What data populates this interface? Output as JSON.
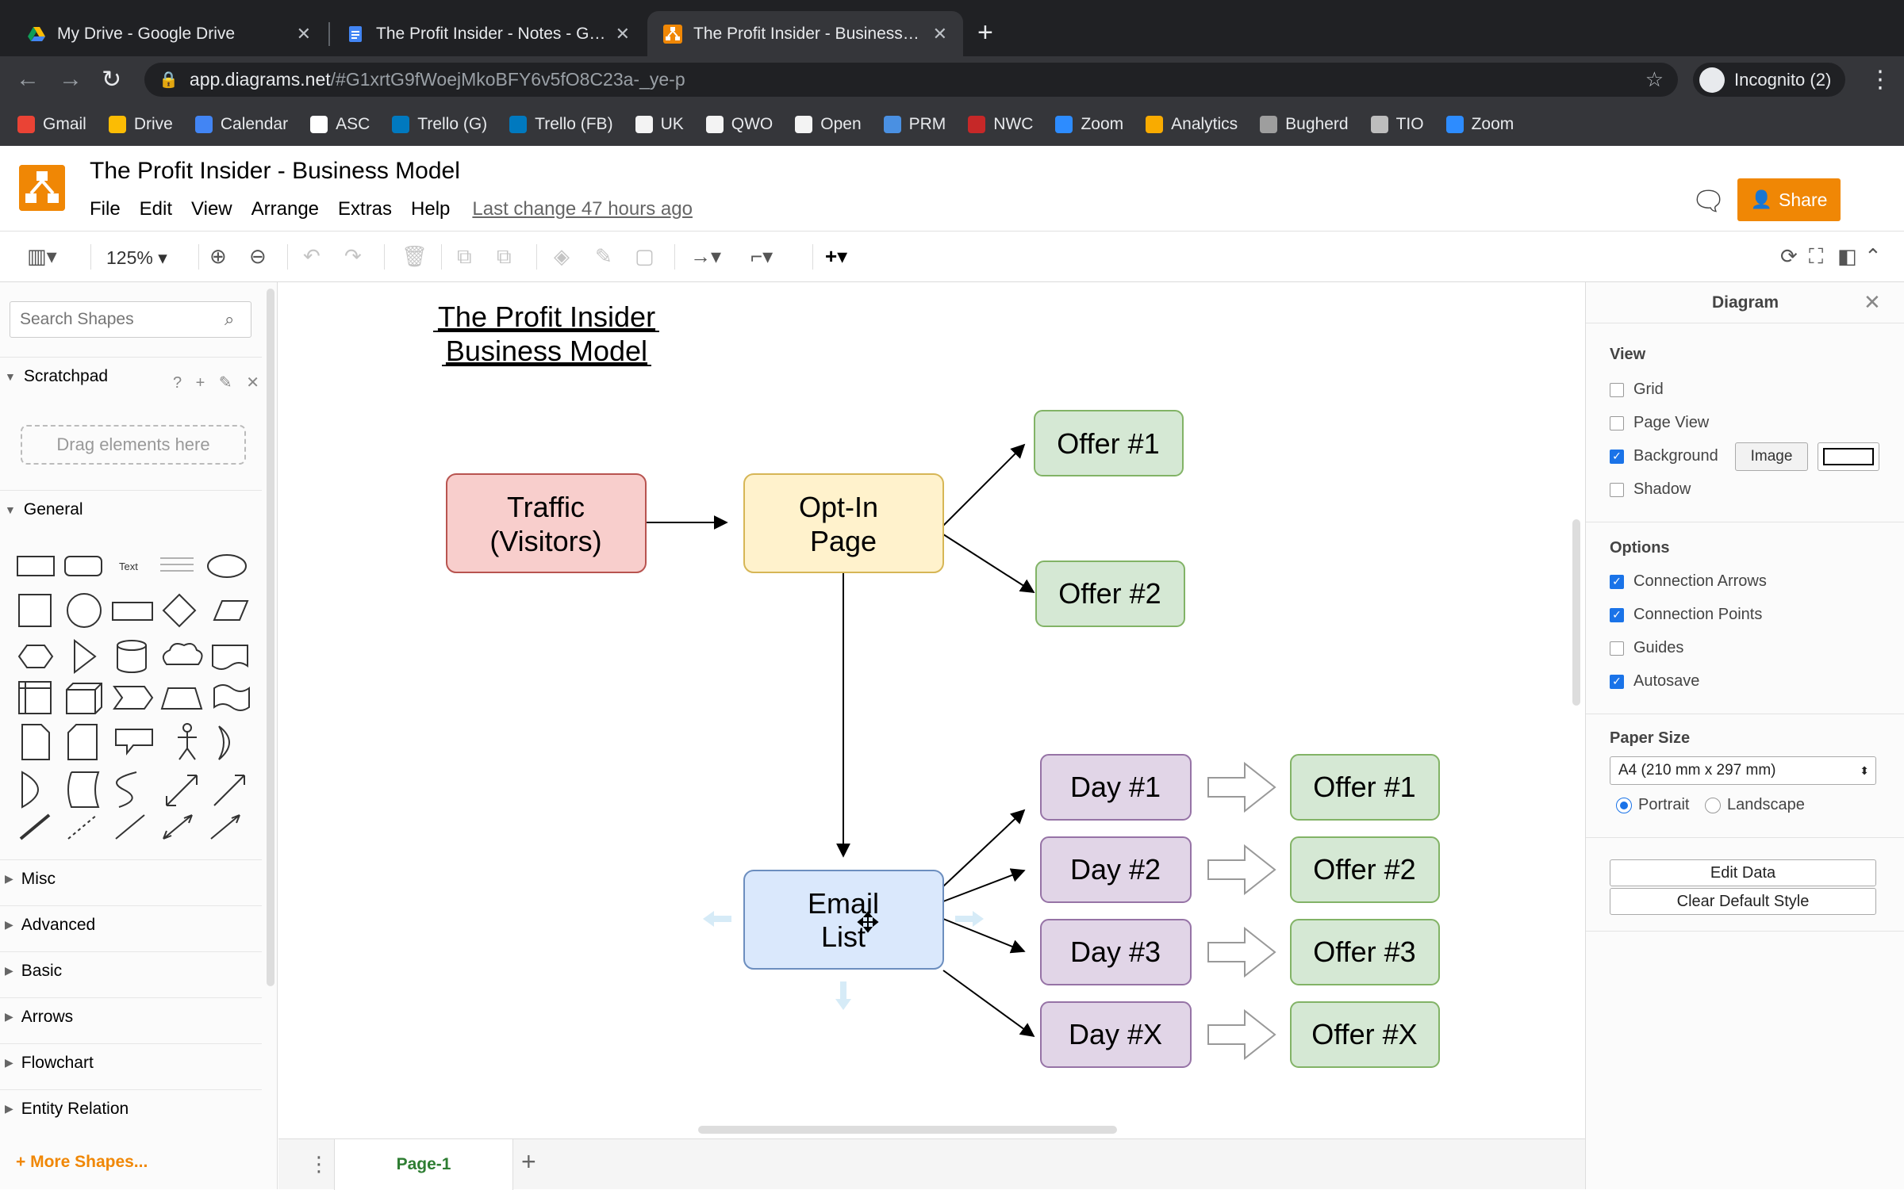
{
  "browser": {
    "tabs": [
      {
        "title": "My Drive - Google Drive"
      },
      {
        "title": "The Profit Insider - Notes - Google Docs"
      },
      {
        "title": "The Profit Insider - Business Model"
      }
    ],
    "url_host": "app.diagrams.net",
    "url_path": "/#G1xrtG9fWoejMkoBFY6v5fO8C23a-_ye-p",
    "profile_label": "Incognito (2)",
    "bookmarks": [
      {
        "label": "Gmail",
        "color": "#ea4335"
      },
      {
        "label": "Drive",
        "color": "#fbbc04"
      },
      {
        "label": "Calendar",
        "color": "#4285f4"
      },
      {
        "label": "ASC",
        "color": "#ffffff"
      },
      {
        "label": "Trello (G)",
        "color": "#0079bf"
      },
      {
        "label": "Trello (FB)",
        "color": "#0079bf"
      },
      {
        "label": "UK",
        "color": "#f3f3f3"
      },
      {
        "label": "QWO",
        "color": "#f3f3f3"
      },
      {
        "label": "Open",
        "color": "#f3f3f3"
      },
      {
        "label": "PRM",
        "color": "#4a90e2"
      },
      {
        "label": "NWC",
        "color": "#c62828"
      },
      {
        "label": "Zoom",
        "color": "#2d8cff"
      },
      {
        "label": "Analytics",
        "color": "#f9ab00"
      },
      {
        "label": "Bugherd",
        "color": "#9e9e9e"
      },
      {
        "label": "TIO",
        "color": "#bdbdbd"
      },
      {
        "label": "Zoom",
        "color": "#2d8cff"
      }
    ]
  },
  "app": {
    "title": "The Profit Insider - Business Model",
    "menu": [
      "File",
      "Edit",
      "View",
      "Arrange",
      "Extras",
      "Help"
    ],
    "last_change": "Last change 47 hours ago",
    "share_label": "Share",
    "zoom": "125%"
  },
  "sidebar": {
    "search_placeholder": "Search Shapes",
    "scratchpad_label": "Scratchpad",
    "scratchpad_icons": "? + ✎ ✕",
    "drop_hint": "Drag elements here",
    "general_label": "General",
    "text_shape_label": "Text",
    "sections": [
      "Misc",
      "Advanced",
      "Basic",
      "Arrows",
      "Flowchart",
      "Entity Relation"
    ],
    "more_shapes": "+ More Shapes..."
  },
  "diagram": {
    "title_line1": "The Profit Insider",
    "title_line2": "Business Model",
    "traffic": [
      "Traffic",
      "(Visitors)"
    ],
    "optin": [
      "Opt-In",
      "Page"
    ],
    "email": [
      "Email",
      "List"
    ],
    "offers_top": [
      "Offer #1",
      "Offer #2"
    ],
    "days": [
      "Day #1",
      "Day #2",
      "Day #3",
      "Day #X"
    ],
    "day_offers": [
      "Offer #1",
      "Offer #2",
      "Offer #3",
      "Offer #X"
    ],
    "colors": {
      "traffic_fill": "#f8cecc",
      "traffic_stroke": "#b85450",
      "optin_fill": "#fff2cc",
      "optin_stroke": "#d6b656",
      "offer_fill": "#d5e8d4",
      "offer_stroke": "#82b366",
      "day_fill": "#e1d5e7",
      "day_stroke": "#9673a6",
      "email_fill": "#dae8fc",
      "email_stroke": "#6c8ebf"
    }
  },
  "pages": {
    "current": "Page-1"
  },
  "format_panel": {
    "title": "Diagram",
    "view_label": "View",
    "view_options": [
      {
        "label": "Grid",
        "checked": false
      },
      {
        "label": "Page View",
        "checked": false
      },
      {
        "label": "Background",
        "checked": true
      },
      {
        "label": "Shadow",
        "checked": false
      }
    ],
    "image_button": "Image",
    "options_label": "Options",
    "options": [
      {
        "label": "Connection Arrows",
        "checked": true
      },
      {
        "label": "Connection Points",
        "checked": true
      },
      {
        "label": "Guides",
        "checked": false
      },
      {
        "label": "Autosave",
        "checked": true
      }
    ],
    "paper_size_label": "Paper Size",
    "paper_size": "A4 (210 mm x 297 mm)",
    "orientation": {
      "portrait": "Portrait",
      "landscape": "Landscape",
      "selected": "Portrait"
    },
    "edit_data": "Edit Data",
    "clear_style": "Clear Default Style"
  }
}
